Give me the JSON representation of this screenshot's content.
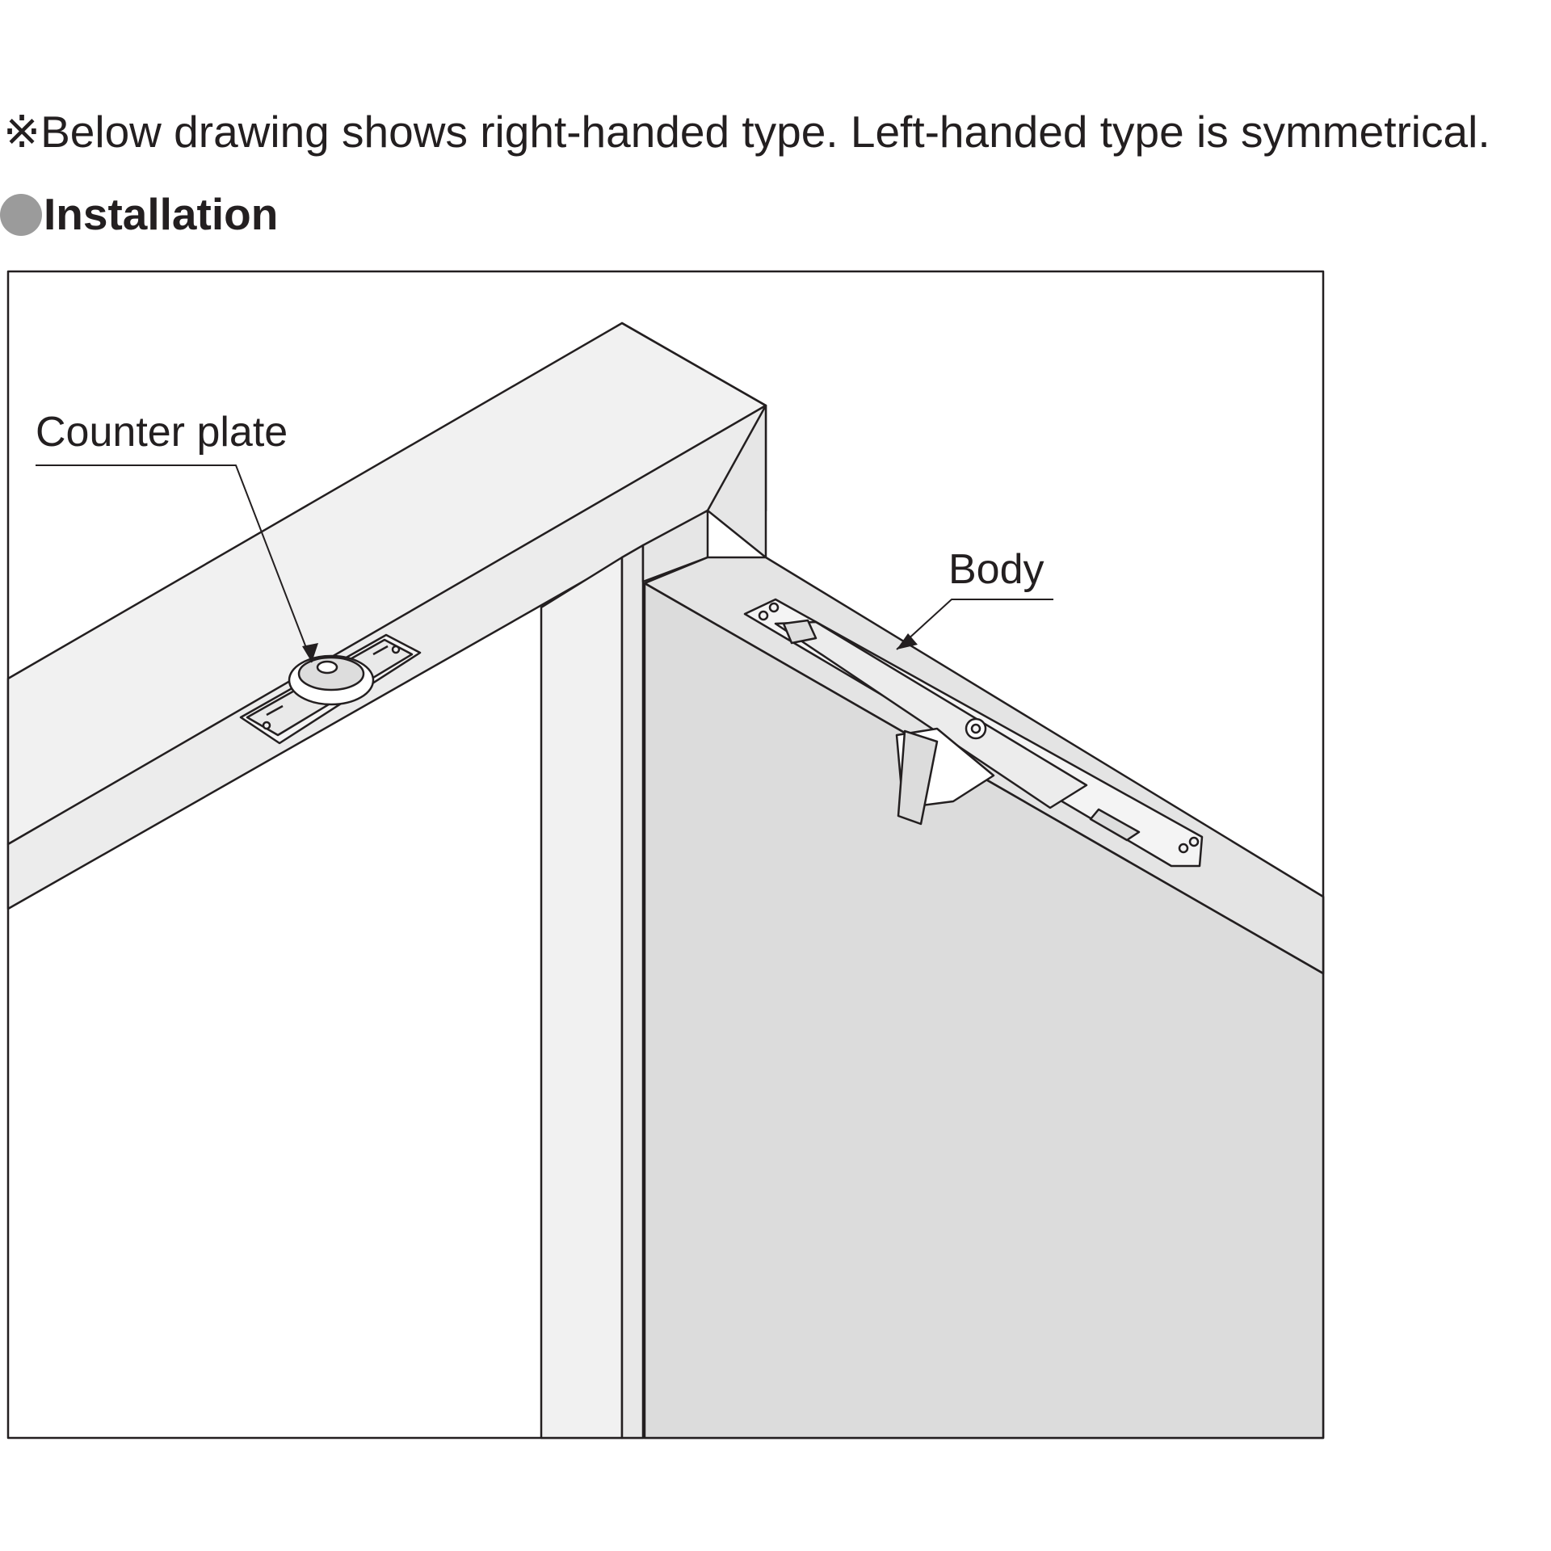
{
  "note": "※Below drawing shows right-handed type. Left-handed type is symmetrical.",
  "heading": "Installation",
  "labels": {
    "counter_plate": "Counter plate",
    "body": "Body"
  },
  "colors": {
    "line": "#231f20",
    "frame_light": "#f1f1f1",
    "frame_mid": "#e6e6e6",
    "door_face": "#dcdcdc",
    "bullet": "#9b9b9b"
  }
}
